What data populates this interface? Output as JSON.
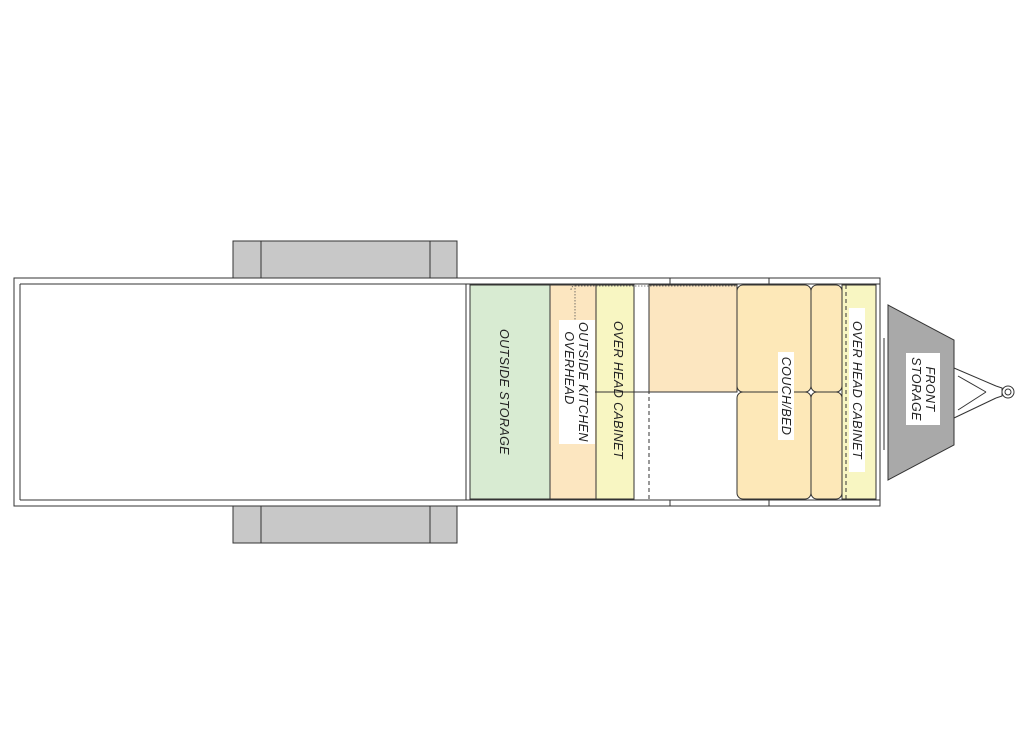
{
  "floorplan": {
    "labels": {
      "outside_storage": "OUTSIDE  STORAGE",
      "outside_kitchen_1": "OUTSIDE  KITCHEN",
      "outside_kitchen_2": "OVERHEAD",
      "overhead_cabinet_rear": "OVER HEAD  CABINET",
      "couch_bed": "COUCH/BED",
      "overhead_cabinet_front": "OVER HEAD  CABINET",
      "front_storage_1": "FRONT",
      "front_storage_2": "STORAGE"
    },
    "colors": {
      "outline": "#333333",
      "fender": "#c8c8c8",
      "storage_green": "#d8ebd2",
      "cabinet_orange": "#fce6c0",
      "cabinet_yellow": "#f8f6c2",
      "couch": "#fde8b8",
      "front_storage": "#a9a9a9"
    }
  }
}
